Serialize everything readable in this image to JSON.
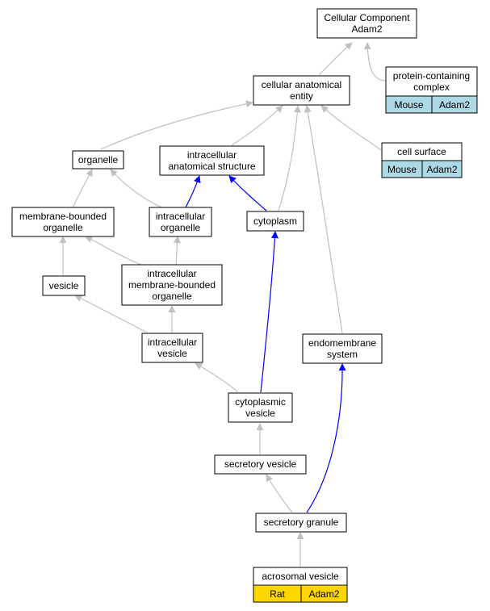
{
  "colors": {
    "gray_edge": "#c0c0c0",
    "blue_edge": "#0000ff",
    "mouse_cell": "#add8e6",
    "rat_cell": "#ffd700"
  },
  "nodes": {
    "cellular_component": {
      "line1": "Cellular Component",
      "line2": "Adam2"
    },
    "protein_containing_complex": {
      "line1": "protein-containing",
      "line2": "complex",
      "species": "Mouse",
      "gene": "Adam2"
    },
    "cellular_anatomical_entity": {
      "line1": "cellular anatomical",
      "line2": "entity"
    },
    "organelle": {
      "line1": "organelle"
    },
    "intracellular_anatomical_structure": {
      "line1": "intracellular",
      "line2": "anatomical structure"
    },
    "cell_surface": {
      "line1": "cell surface",
      "species": "Mouse",
      "gene": "Adam2"
    },
    "membrane_bounded_organelle": {
      "line1": "membrane-bounded",
      "line2": "organelle"
    },
    "intracellular_organelle": {
      "line1": "intracellular",
      "line2": "organelle"
    },
    "cytoplasm": {
      "line1": "cytoplasm"
    },
    "vesicle": {
      "line1": "vesicle"
    },
    "intracellular_membrane_bounded_organelle": {
      "line1": "intracellular",
      "line2": "membrane-bounded",
      "line3": "organelle"
    },
    "intracellular_vesicle": {
      "line1": "intracellular",
      "line2": "vesicle"
    },
    "endomembrane_system": {
      "line1": "endomembrane",
      "line2": "system"
    },
    "cytoplasmic_vesicle": {
      "line1": "cytoplasmic",
      "line2": "vesicle"
    },
    "secretory_vesicle": {
      "line1": "secretory vesicle"
    },
    "secretory_granule": {
      "line1": "secretory granule"
    },
    "acrosomal_vesicle": {
      "line1": "acrosomal vesicle",
      "species": "Rat",
      "gene": "Adam2"
    }
  }
}
